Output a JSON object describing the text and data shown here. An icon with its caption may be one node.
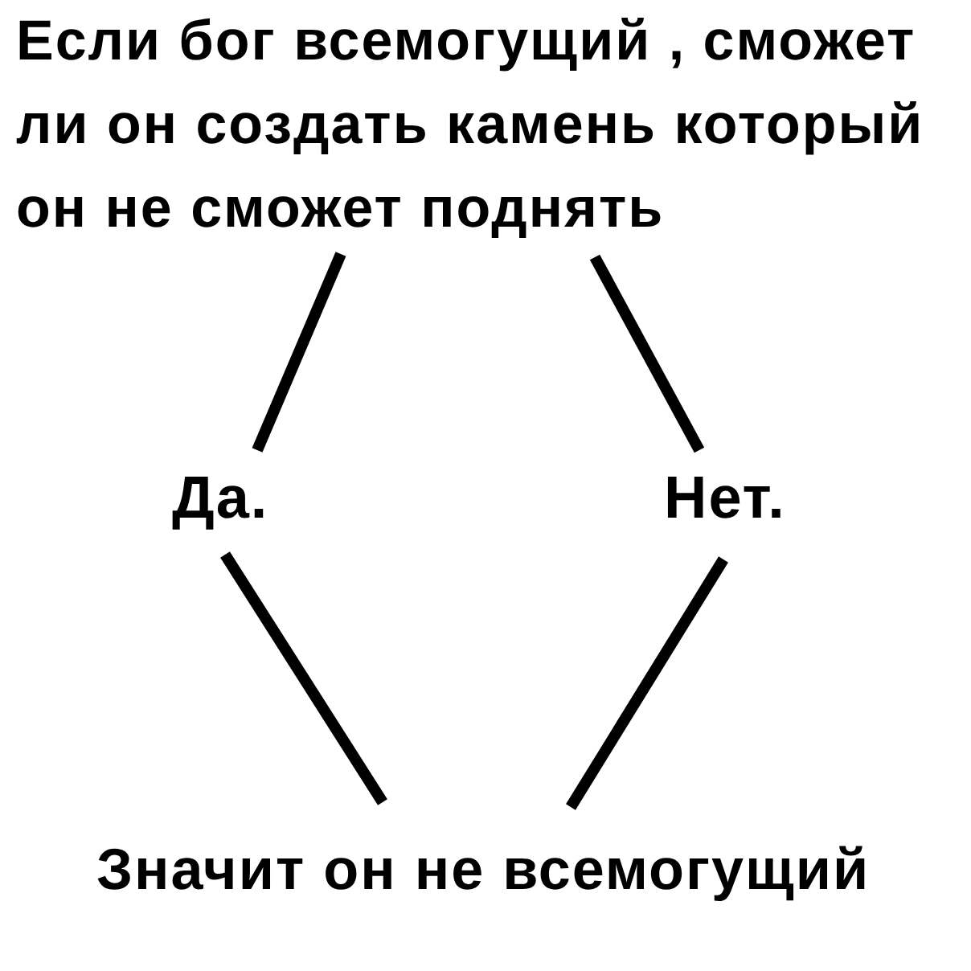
{
  "diagram": {
    "nodes": [
      {
        "text": [
          "Если бог всемогущий , сможет ли он создать камень который он не сможет поднять"
        ]
      },
      {
        "text": [
          "Да."
        ]
      },
      {
        "text": [
          "Нет."
        ]
      },
      {
        "text": [
          "Значит он не всемогущий"
        ]
      }
    ],
    "edges": [
      {
        "from": 0,
        "to": 1,
        "arrow": "none"
      },
      {
        "from": 0,
        "to": 2,
        "arrow": "none"
      },
      {
        "from": 1,
        "to": 3,
        "arrow": "none"
      },
      {
        "from": 2,
        "to": 3,
        "arrow": "none"
      }
    ]
  }
}
